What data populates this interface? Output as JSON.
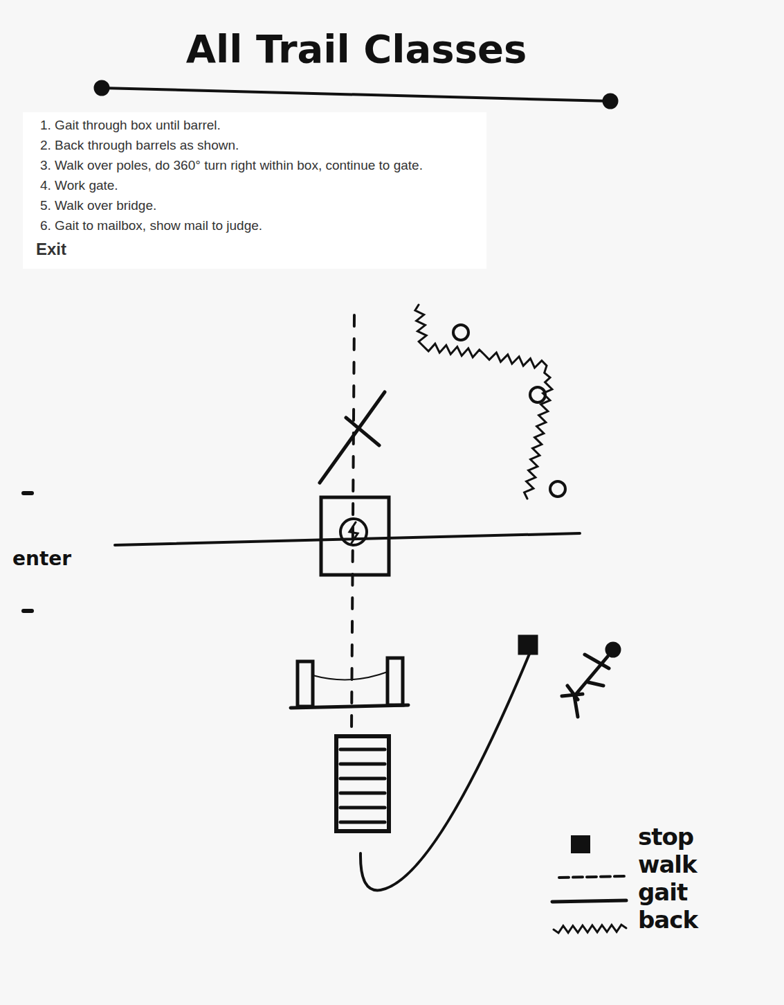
{
  "diagram": {
    "title": "All Trail Classes",
    "labels": [
      "1. Gait through box until barrel.",
      "2. Back through barrels as shown.",
      "3. Walk over poles, do 360° turn right within box, continue to gate.",
      "4. Work gate.",
      "5. Walk over bridge.",
      "6. Gait to mailbox, show mail to judge.",
      "Exit",
      "enter"
    ],
    "legend": [
      {
        "text": "stop"
      },
      {
        "text": "walk"
      },
      {
        "text": "gait"
      },
      {
        "text": "back"
      }
    ]
  }
}
